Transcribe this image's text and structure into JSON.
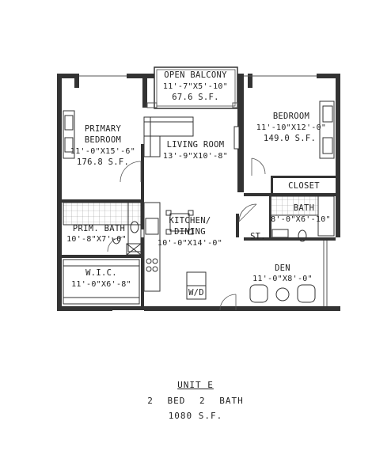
{
  "rooms": {
    "balcony": {
      "name": "OPEN BALCONY",
      "dims": "11'-7\"X5'-10\"",
      "area": "67.6 S.F."
    },
    "primary_bedroom": {
      "name1": "PRIMARY",
      "name2": "BEDROOM",
      "dims": "11'-0\"X15'-6\"",
      "area": "176.8 S.F."
    },
    "living": {
      "name": "LIVING ROOM",
      "dims": "13'-9\"X10'-8\""
    },
    "bedroom": {
      "name": "BEDROOM",
      "dims": "11'-10\"X12'-0\"",
      "area": "149.0 S.F."
    },
    "closet": {
      "name": "CLOSET"
    },
    "kitchen": {
      "name1": "KITCHEN/",
      "name2": "DINING",
      "dims": "10'-0\"X14'-0\""
    },
    "bath": {
      "name": "BATH",
      "dims": "8'-0\"X6'-10\""
    },
    "storage": {
      "name": "ST."
    },
    "prim_bath": {
      "name": "PRIM. BATH",
      "dims": "10'-8\"X7'-0\""
    },
    "wic": {
      "name": "W.I.C.",
      "dims": "11'-0\"X6'-8\""
    },
    "den": {
      "name": "DEN",
      "dims": "11'-0\"X8'-0\""
    },
    "washer_dryer": {
      "name": "W/D"
    }
  },
  "unit": {
    "title": "UNIT E",
    "beds_baths": "2 BED   2 BATH",
    "area": "1080 S.F."
  }
}
